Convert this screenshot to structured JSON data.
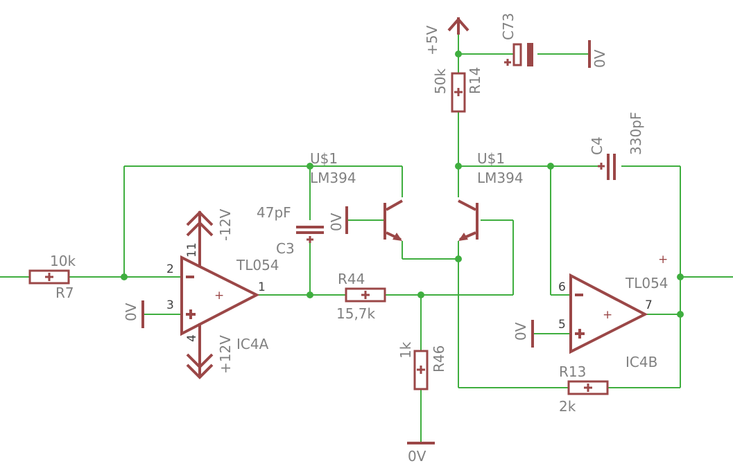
{
  "schematic": {
    "inputs": {
      "r7": {
        "name": "R7",
        "value": "10k"
      },
      "r44": {
        "name": "R44",
        "value": "15,7k"
      },
      "r46": {
        "name": "R46",
        "value": "1k"
      },
      "r13": {
        "name": "R13",
        "value": "2k"
      },
      "r14": {
        "name": "R14",
        "value": "50k"
      }
    },
    "capacitors": {
      "c3": {
        "name": "C3",
        "value": "47pF"
      },
      "c4": {
        "name": "C4",
        "value": "330pF"
      },
      "c73": {
        "name": "C73"
      }
    },
    "opamps": {
      "ic4a": {
        "name": "IC4A",
        "value": "TL054",
        "pin_inv": "2",
        "pin_noninv": "3",
        "pin_out": "1",
        "pin_vneg": "11",
        "pin_vpos": "4"
      },
      "ic4b": {
        "name": "IC4B",
        "value": "TL054",
        "pin_inv": "6",
        "pin_noninv": "5",
        "pin_out": "7"
      }
    },
    "transistors": {
      "q1": {
        "name": "U$1",
        "value": "LM394"
      },
      "q2": {
        "name": "U$1",
        "value": "LM394"
      }
    },
    "supplies": {
      "neg12": "-12V",
      "pos12": "+12V",
      "pos5": "+5V",
      "gnd": "0V"
    },
    "markers": {
      "plus": "+",
      "minus": "−"
    }
  }
}
